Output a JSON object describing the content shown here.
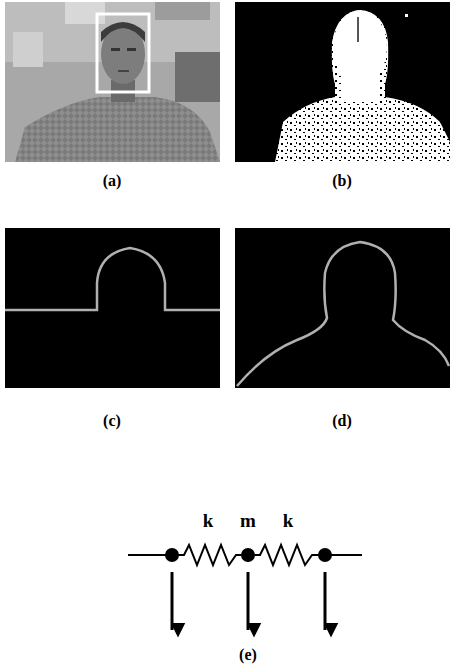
{
  "diagram": {
    "labels": [
      "(a)",
      "(b)",
      "(c)",
      "(d)",
      "k",
      "m",
      "k",
      "(e)"
    ]
  }
}
